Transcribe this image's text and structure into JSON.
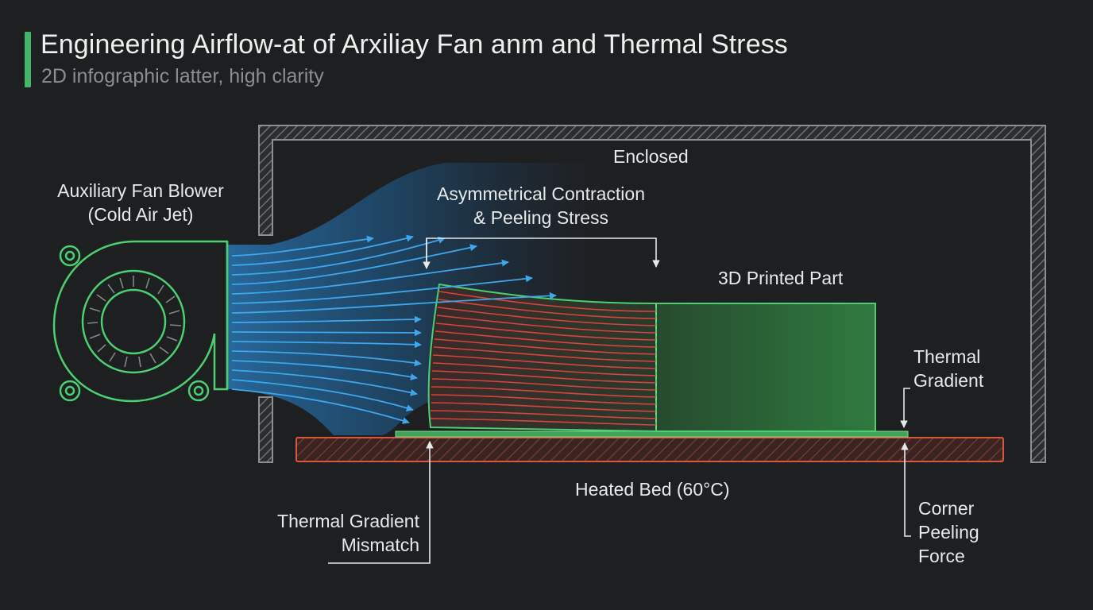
{
  "header": {
    "title": "Engineering Airflow-at of Arxiliay Fan anm and Thermal Stress",
    "subtitle": "2D infographic latter, high clarity"
  },
  "labels": {
    "enclosure": "Enclosed",
    "fan": [
      "Auxiliary Fan Blower",
      "(Cold Air Jet)"
    ],
    "contraction": [
      "Asymmetrical Contraction",
      "& Peeling Stress"
    ],
    "part": "3D Printed Part",
    "thermal_gradient": [
      "Thermal",
      "Gradient"
    ],
    "heated_bed": "Heated Bed (60°C)",
    "mismatch": [
      "Thermal Gradient",
      "Mismatch"
    ],
    "corner_force": [
      "Corner",
      "Peeling",
      "Force"
    ]
  },
  "colors": {
    "background": "#1e1f21",
    "accent": "#3fb86a",
    "fan_outline": "#4ccf72",
    "airflow": "#2d9ce0",
    "stress_lines": "#e0463c",
    "part_fill": "#2f6a3b",
    "bed": "#d8573e",
    "enclosure": "#8b8f92"
  },
  "icons": {
    "fan": "blower-fan-icon"
  }
}
